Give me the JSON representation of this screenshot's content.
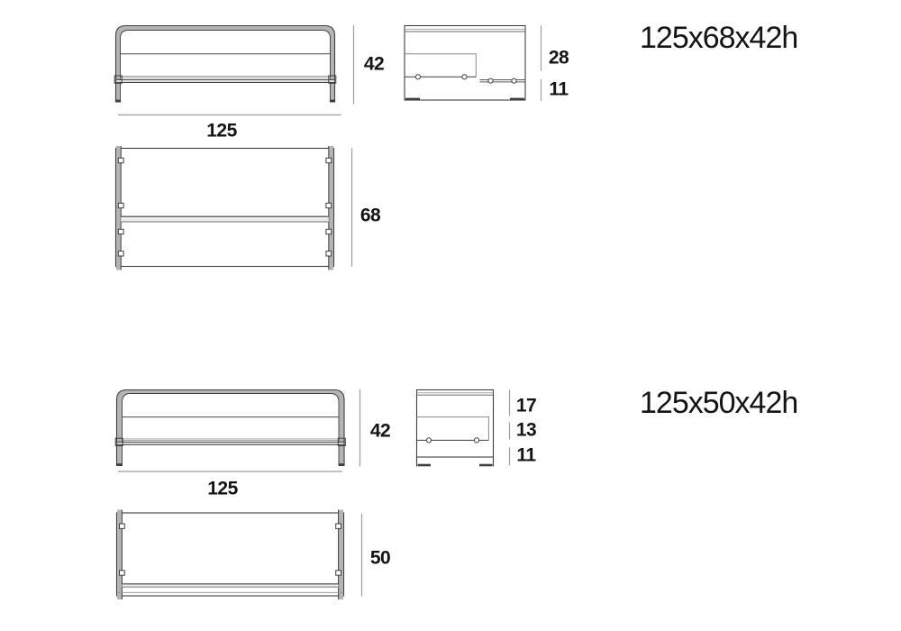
{
  "colors": {
    "outline": "#3e3e3e",
    "soft_line": "#9a9a9a",
    "panel_fill": "#b4b4b4",
    "shelf_fill": "#e2e2e2",
    "dimension_line": "#9d9d9d",
    "text": "#141414",
    "background": "#ffffff"
  },
  "variants": [
    {
      "title": "125x68x42h",
      "front_view": {
        "height": "42",
        "width": "125"
      },
      "side_view": {
        "upper": "28",
        "lower": "11"
      },
      "plan_view": {
        "depth": "68"
      }
    },
    {
      "title": "125x50x42h",
      "front_view": {
        "height": "42",
        "width": "125"
      },
      "side_view": {
        "upper": "17",
        "middle": "13",
        "lower": "11"
      },
      "plan_view": {
        "depth": "50"
      }
    }
  ]
}
